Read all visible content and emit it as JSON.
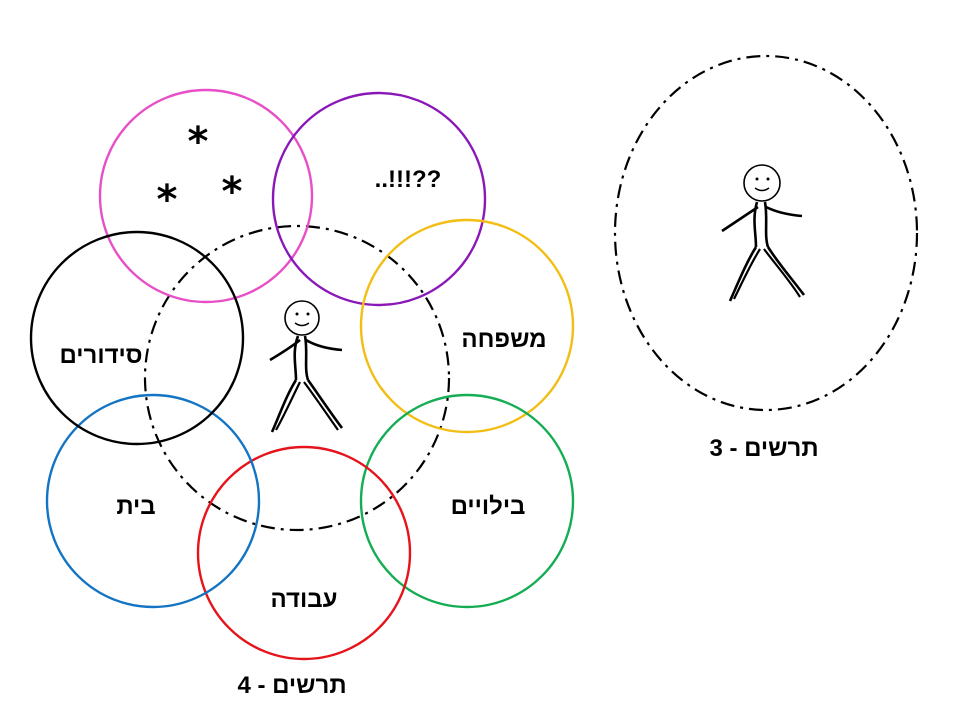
{
  "diagram": {
    "left_cluster": {
      "caption": "תרשים - 4",
      "center": "stick-figure",
      "circles": [
        {
          "id": "top-left",
          "label": "*",
          "stars": [
            "*",
            "*",
            "*"
          ],
          "color": "#e84fc7"
        },
        {
          "id": "top",
          "label": "..!!!??",
          "color": "#8a17b8"
        },
        {
          "id": "family",
          "label": "משפחה",
          "color": "#f2be13"
        },
        {
          "id": "leisure",
          "label": "בילויים",
          "color": "#15ad54"
        },
        {
          "id": "work",
          "label": "עבודה",
          "color": "#e6141a"
        },
        {
          "id": "home",
          "label": "בית",
          "color": "#1374c4"
        },
        {
          "id": "arrangements",
          "label": "סידורים",
          "color": "#000000"
        }
      ]
    },
    "right_cluster": {
      "caption": "תרשים - 3",
      "center": "stick-figure"
    },
    "dash_style": "dash-dot"
  }
}
